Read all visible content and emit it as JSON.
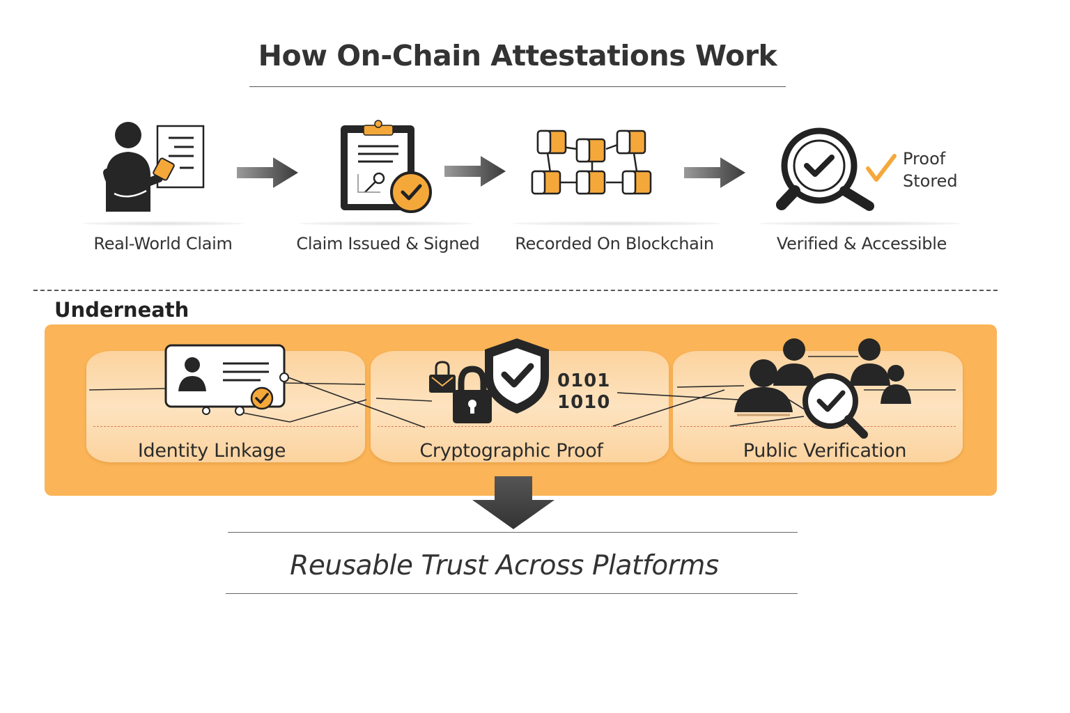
{
  "title": "How On-Chain Attestations Work",
  "steps": [
    {
      "label": "Real-World Claim",
      "icon": "person-document-icon"
    },
    {
      "label": "Claim Issued & Signed",
      "icon": "clipboard-check-icon"
    },
    {
      "label": "Recorded On Blockchain",
      "icon": "blockchain-blocks-icon"
    },
    {
      "label": "Verified & Accessible",
      "icon": "magnifier-check-icon"
    }
  ],
  "proof_badge": {
    "line1": "Proof",
    "line2": "Stored"
  },
  "underneath": {
    "heading": "Underneath",
    "cards": [
      {
        "label": "Identity Linkage",
        "icon": "id-card-icon"
      },
      {
        "label": "Cryptographic Proof",
        "icon": "shield-lock-icon",
        "binary": [
          "0101",
          "1010"
        ]
      },
      {
        "label": "Public Verification",
        "icon": "people-magnifier-icon"
      }
    ]
  },
  "outcome": "Reusable Trust Across Platforms",
  "colors": {
    "accent": "#f5a83a",
    "band": "#fbb457",
    "dark": "#262626"
  }
}
